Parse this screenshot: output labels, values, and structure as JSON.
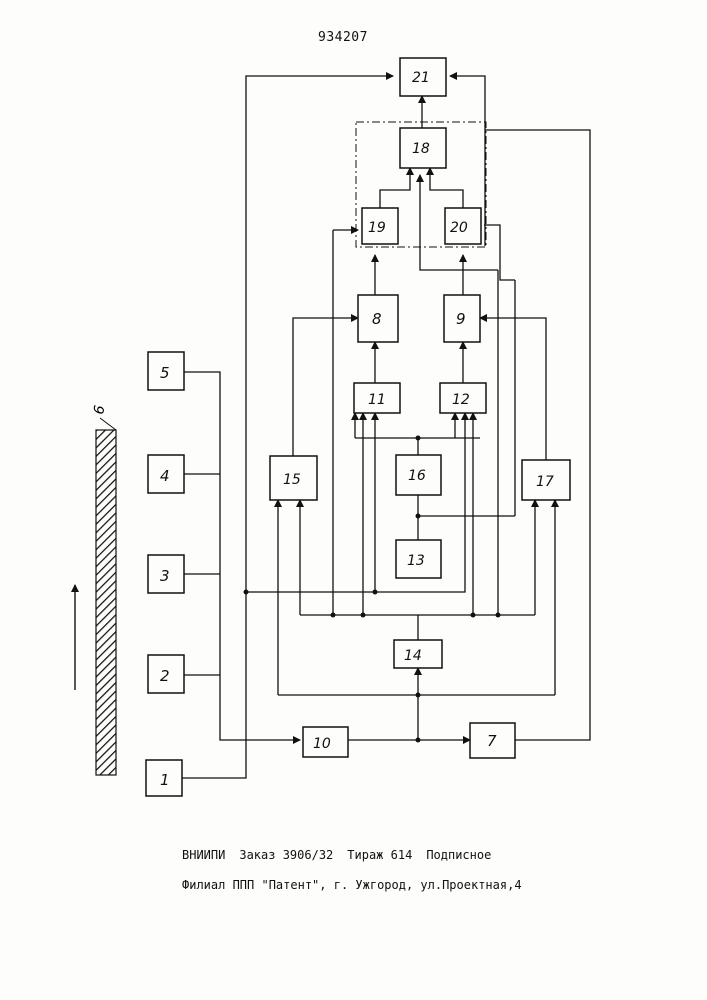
{
  "document": {
    "patent_number": "934207"
  },
  "footer": {
    "org": "ВНИИПИ",
    "order": "Заказ 3906/32",
    "circulation": "Тираж 614",
    "subscription": "Подписное",
    "branch": "Филиал ППП \"Патент\", г. Ужгород, ул.Проектная,4"
  },
  "diagram": {
    "object_label": "6",
    "blocks": [
      "1",
      "2",
      "3",
      "4",
      "5",
      "7",
      "8",
      "9",
      "10",
      "11",
      "12",
      "13",
      "14",
      "15",
      "16",
      "17",
      "18",
      "19",
      "20",
      "21"
    ]
  }
}
